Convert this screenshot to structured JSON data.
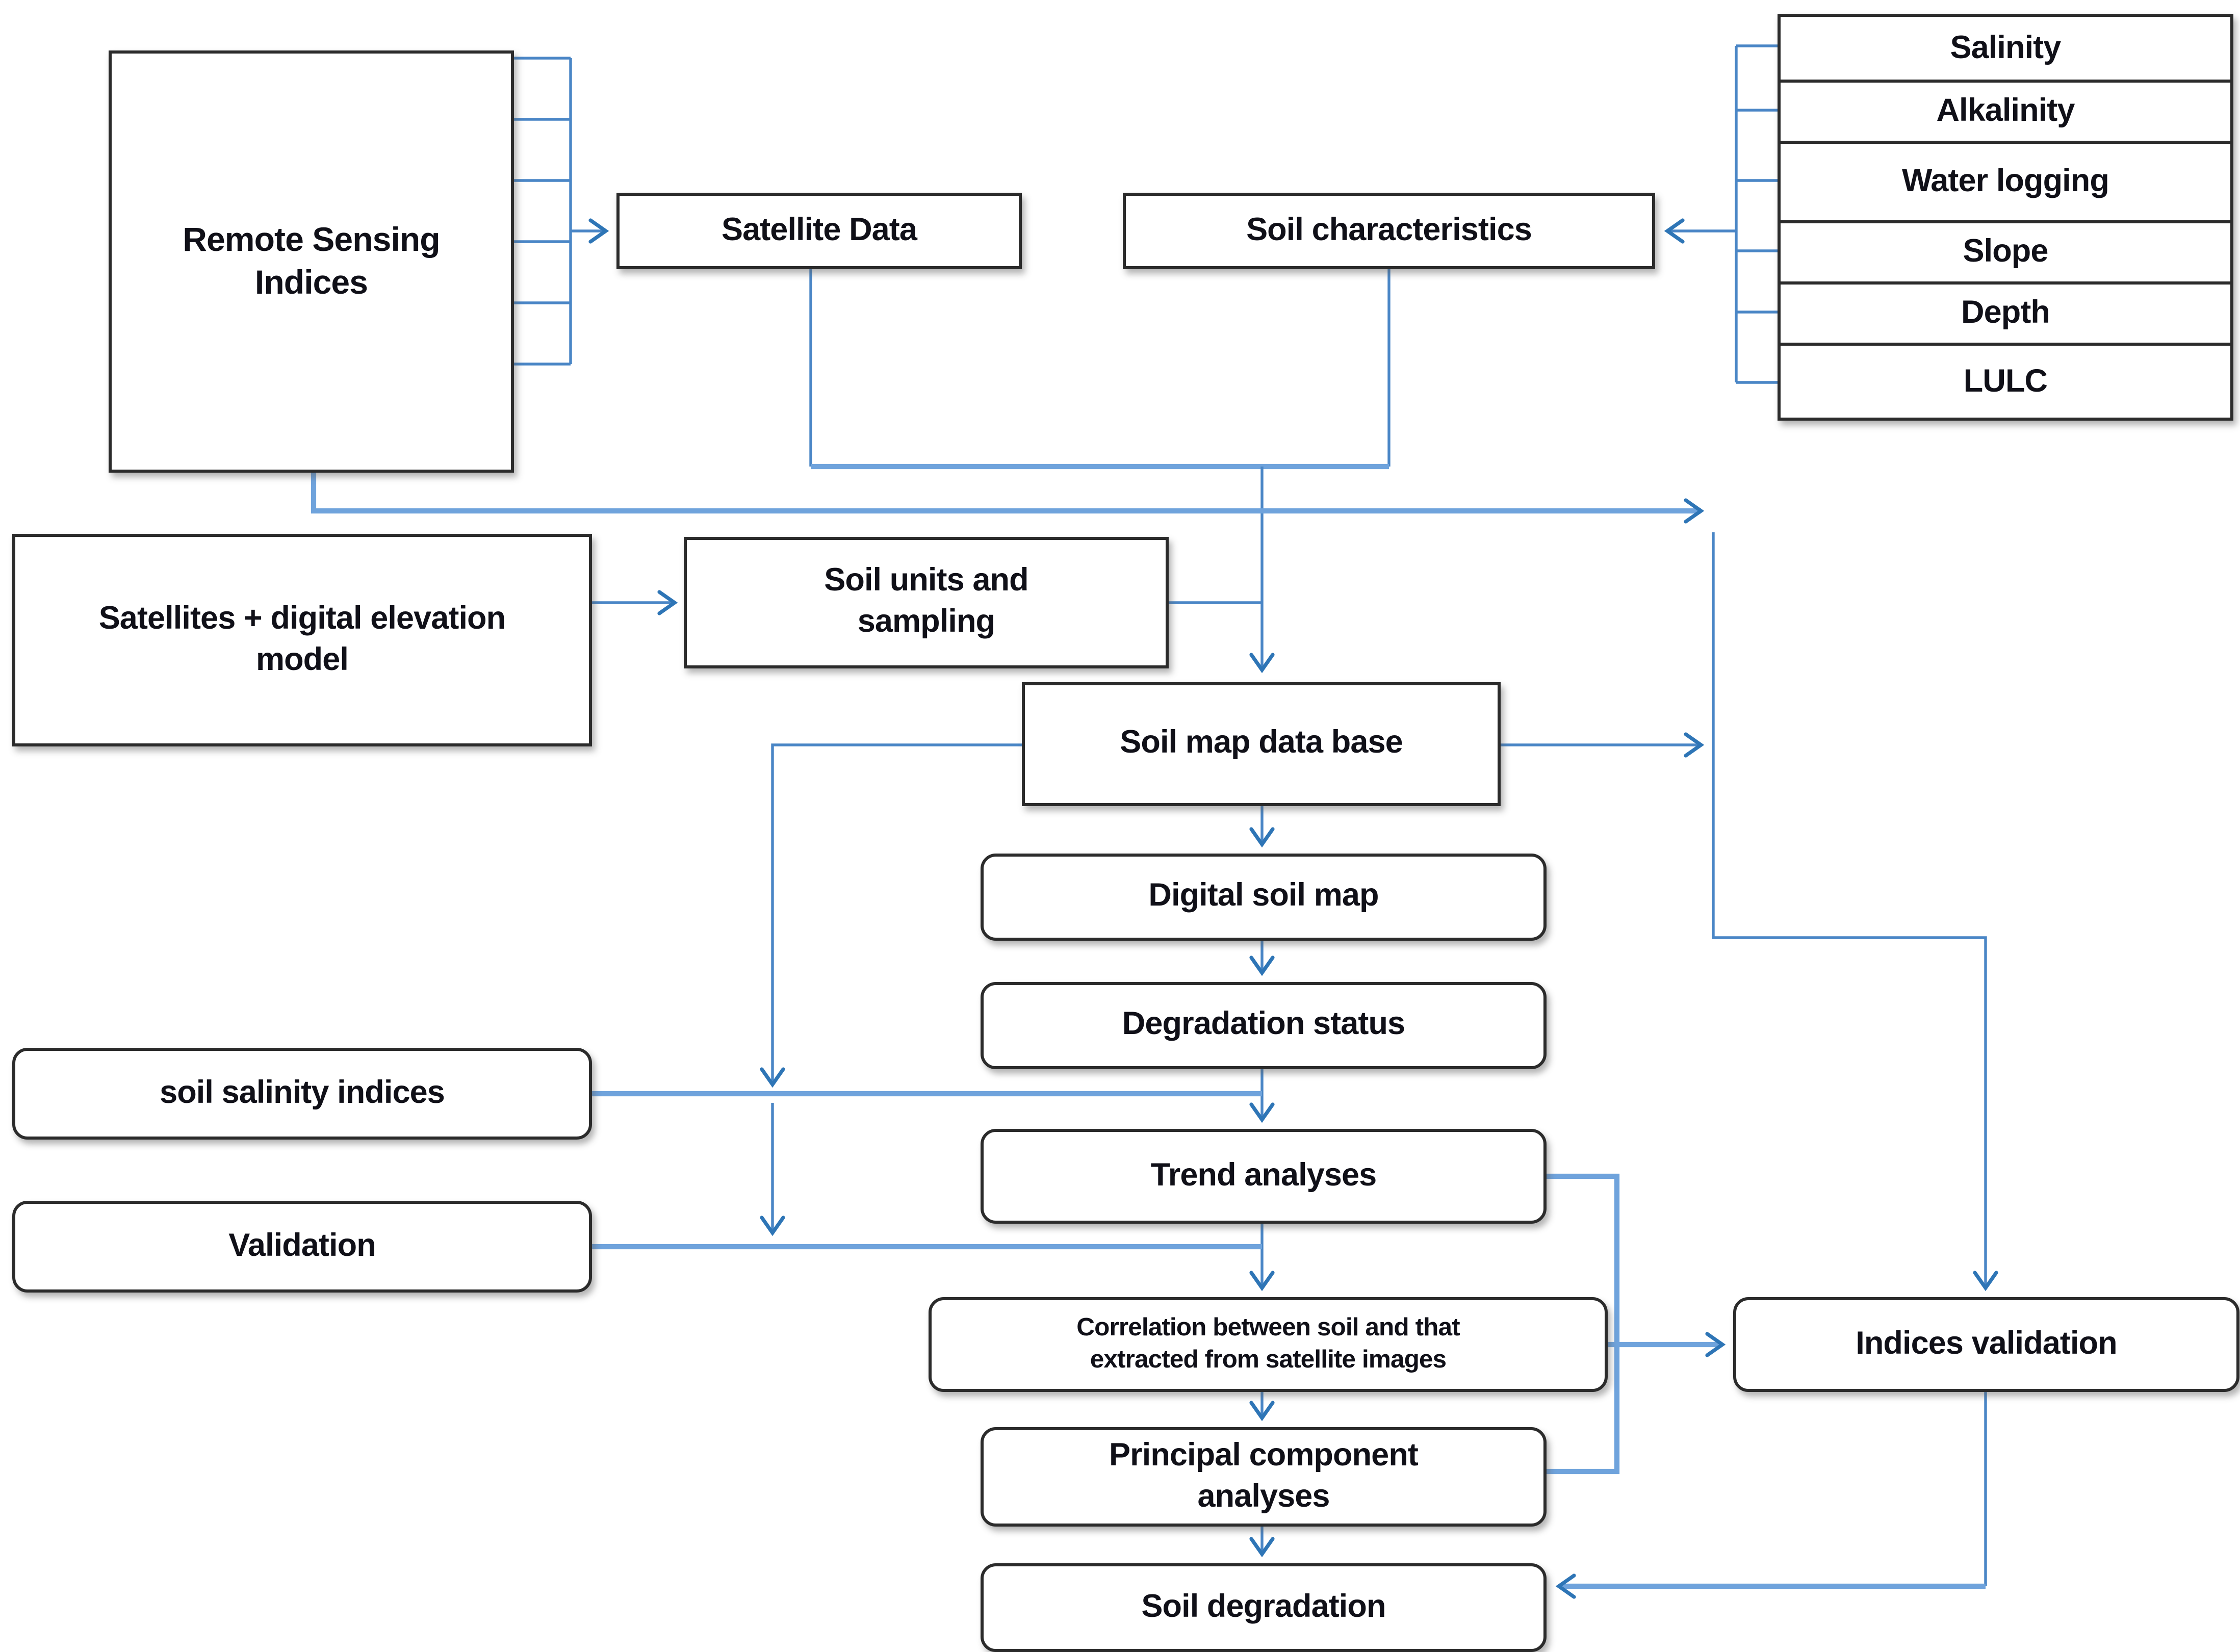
{
  "colors": {
    "connector": "#4a86c6",
    "connector-light": "#6fa3dc",
    "arrow": "#2e75b6",
    "box-border": "#2b2b2b",
    "text": "#101018",
    "bg": "#ffffff"
  },
  "nodes": {
    "remote_sensing_indices": {
      "label": "Remote Sensing Indices"
    },
    "satellite_data": {
      "label": "Satellite Data"
    },
    "soil_characteristics": {
      "label": "Soil characteristics"
    },
    "satellites_dem": {
      "label": "Satellites + digital elevation model"
    },
    "soil_units": {
      "label": "Soil units and sampling"
    },
    "soil_map_db": {
      "label": "Soil map data base"
    },
    "digital_soil_map": {
      "label": "Digital soil map"
    },
    "degradation_status": {
      "label": "Degradation status"
    },
    "soil_salinity_indices": {
      "label": "soil salinity indices"
    },
    "validation": {
      "label": "Validation"
    },
    "trend_analyses": {
      "label": "Trend analyses"
    },
    "correlation": {
      "label": "Correlation between soil and that extracted from satellite images"
    },
    "pca": {
      "label": "Principal component analyses"
    },
    "indices_validation": {
      "label": "Indices validation"
    },
    "soil_degradation": {
      "label": "Soil degradation"
    },
    "soil_characteristics_list": {
      "rows": [
        "Salinity",
        "Alkalinity",
        "Water logging",
        "Slope",
        "Depth",
        "LULC"
      ]
    }
  }
}
